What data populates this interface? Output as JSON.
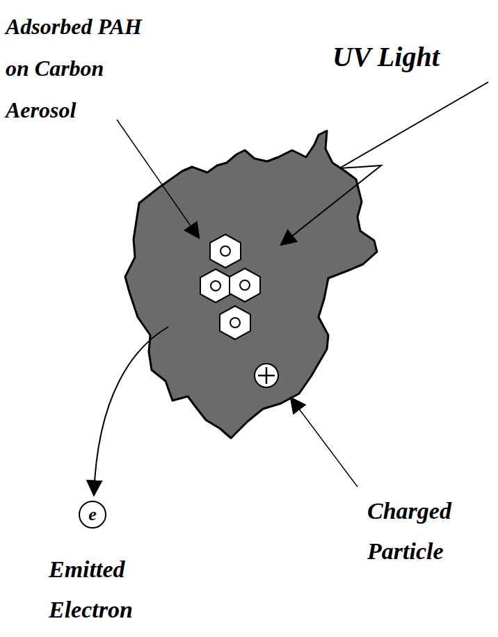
{
  "diagram": {
    "nodes": [
      {
        "text": [
          "e"
        ]
      }
    ],
    "labels": [
      "Adsorbed PAH on Carbon Aerosol",
      "UV Light",
      "Charged Particle",
      "Emitted Electron"
    ]
  }
}
